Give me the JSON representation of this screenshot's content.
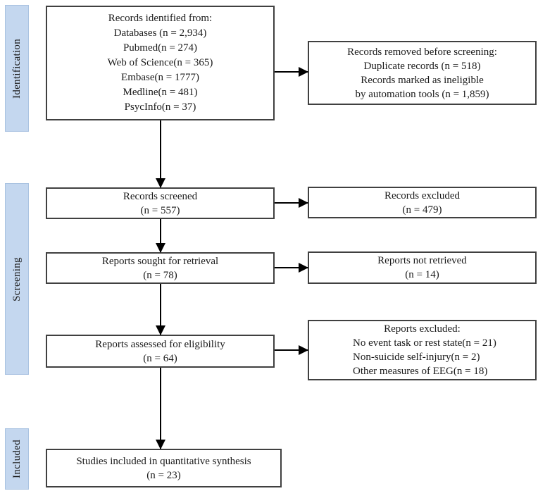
{
  "stages": {
    "identification": "Identification",
    "screening": "Screening",
    "included": "Included"
  },
  "boxes": {
    "identified": {
      "lines": [
        "Records identified from:",
        "Databases (n = 2,934)",
        "Pubmed(n = 274)",
        "Web of Science(n = 365)",
        "Embase(n = 1777)",
        "Medline(n = 481)",
        "PsycInfo(n = 37)"
      ]
    },
    "removed_before_screening": {
      "lines": [
        "Records removed before screening:",
        "Duplicate records (n = 518)",
        "Records marked as ineligible",
        "by automation tools (n = 1,859)"
      ]
    },
    "screened": {
      "lines": [
        "Records screened",
        "(n = 557)"
      ]
    },
    "records_excluded": {
      "lines": [
        "Records excluded",
        "(n = 479)"
      ]
    },
    "sought": {
      "lines": [
        "Reports sought for retrieval",
        "(n = 78)"
      ]
    },
    "not_retrieved": {
      "lines": [
        "Reports not retrieved",
        "(n = 14)"
      ]
    },
    "assessed": {
      "lines": [
        "Reports assessed for eligibility",
        "(n = 64)"
      ]
    },
    "reports_excluded": {
      "title": "Reports excluded:",
      "lines": [
        "No event task or rest state(n = 21)",
        "Non-suicide self-injury(n = 2)",
        "Other measures of EEG(n = 18)"
      ]
    },
    "included_studies": {
      "lines": [
        "Studies included in quantitative synthesis",
        "(n = 23)"
      ]
    }
  },
  "colors": {
    "stage_fill": "#c4d7ef",
    "stage_border": "#a9c2e1",
    "box_border": "#404040",
    "arrow": "#000000",
    "background": "#ffffff"
  }
}
